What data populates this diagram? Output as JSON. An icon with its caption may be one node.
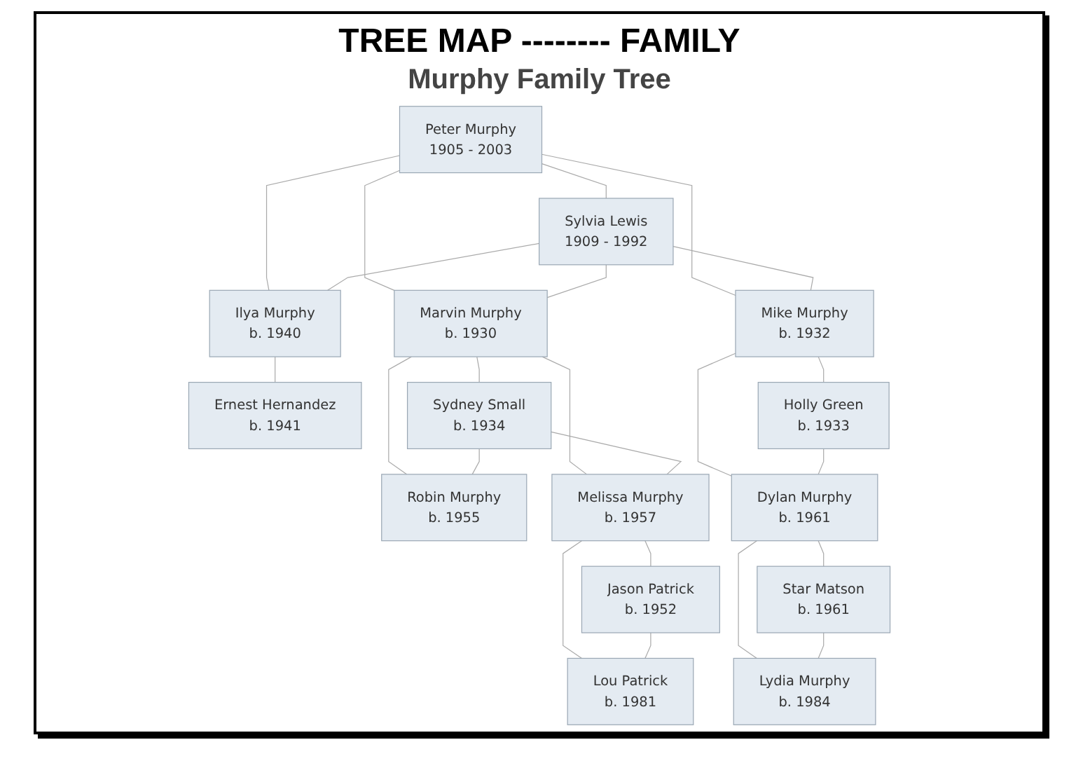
{
  "diagram": {
    "title": "TREE MAP -------- FAMILY",
    "nodes": [
      {
        "text": [
          "Peter Murphy",
          "1905 - 2003"
        ]
      },
      {
        "text": [
          "Sylvia Lewis",
          "1909 - 1992"
        ]
      },
      {
        "text": [
          "Marvin Murphy",
          "b. 1930"
        ]
      },
      {
        "text": [
          "Sydney Small",
          "b. 1934"
        ]
      },
      {
        "text": [
          "Mike Murphy",
          "b. 1932"
        ]
      },
      {
        "text": [
          "Holly Green",
          "b. 1933"
        ]
      },
      {
        "text": [
          "Ilya Murphy",
          "b. 1940"
        ]
      },
      {
        "text": [
          "Ernest Hernandez",
          "b. 1941"
        ]
      },
      {
        "text": [
          "Robin Murphy",
          "b. 1955"
        ]
      },
      {
        "text": [
          "Melissa Murphy",
          "b. 1957"
        ]
      },
      {
        "text": [
          "Jason Patrick",
          "b. 1952"
        ]
      },
      {
        "text": [
          "Dylan Murphy",
          "b. 1961"
        ]
      },
      {
        "text": [
          "Star Matson",
          "b. 1961"
        ]
      },
      {
        "text": [
          "Lou Patrick",
          "b. 1981"
        ]
      },
      {
        "text": [
          "Lydia Murphy",
          "b. 1984"
        ]
      }
    ],
    "edges": [
      {
        "from": 0,
        "to": 1,
        "arrow": "none"
      },
      {
        "from": 0,
        "to": 2,
        "arrow": "none"
      },
      {
        "from": 1,
        "to": 2,
        "arrow": "none"
      },
      {
        "from": 2,
        "to": 3,
        "arrow": "none"
      },
      {
        "from": 2,
        "to": 8,
        "arrow": "none"
      },
      {
        "from": 3,
        "to": 8,
        "arrow": "none"
      },
      {
        "from": 2,
        "to": 9,
        "arrow": "none"
      },
      {
        "from": 3,
        "to": 9,
        "arrow": "none"
      },
      {
        "from": 9,
        "to": 10,
        "arrow": "none"
      },
      {
        "from": 9,
        "to": 13,
        "arrow": "none"
      },
      {
        "from": 10,
        "to": 13,
        "arrow": "none"
      },
      {
        "from": 0,
        "to": 4,
        "arrow": "none"
      },
      {
        "from": 1,
        "to": 4,
        "arrow": "none"
      },
      {
        "from": 4,
        "to": 5,
        "arrow": "none"
      },
      {
        "from": 4,
        "to": 11,
        "arrow": "none"
      },
      {
        "from": 5,
        "to": 11,
        "arrow": "none"
      },
      {
        "from": 11,
        "to": 12,
        "arrow": "none"
      },
      {
        "from": 11,
        "to": 14,
        "arrow": "none"
      },
      {
        "from": 12,
        "to": 14,
        "arrow": "none"
      },
      {
        "from": 0,
        "to": 6,
        "arrow": "none"
      },
      {
        "from": 1,
        "to": 6,
        "arrow": "none"
      },
      {
        "from": 6,
        "to": 7,
        "arrow": "none"
      }
    ],
    "labels": [
      "Murphy Family Tree"
    ]
  }
}
